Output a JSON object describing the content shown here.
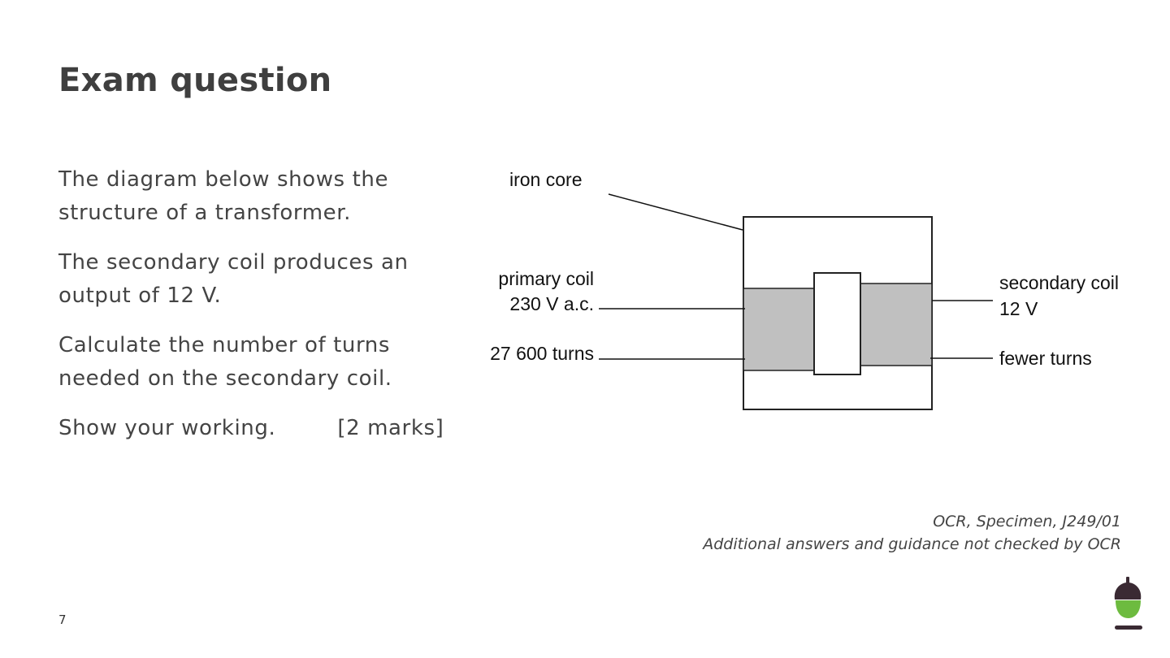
{
  "slide": {
    "title": "Exam question",
    "page_number": "7"
  },
  "question": {
    "paragraph_1": "The diagram below shows the structure of a transformer.",
    "paragraph_2": "The secondary coil produces an output of 12 V.",
    "paragraph_3": "Calculate the number of turns needed on the secondary coil.",
    "paragraph_4_text": "Show your working.",
    "paragraph_4_marks": "[2 marks]"
  },
  "diagram": {
    "labels": {
      "iron_core": "iron core",
      "primary_coil": "primary coil",
      "primary_voltage": "230 V a.c.",
      "primary_turns": "27 600 turns",
      "secondary_coil": "secondary coil",
      "secondary_voltage": "12 V",
      "secondary_turns": "fewer turns"
    },
    "colors": {
      "coil_fill": "#c0c0c0",
      "core_outline": "#222222"
    }
  },
  "source": {
    "line_1": "OCR, Specimen, J249/01",
    "line_2": "Additional answers and guidance not checked by OCR"
  },
  "logo": {
    "icon": "acorn-icon",
    "colors": {
      "cap": "#3a2a33",
      "body": "#6dbb3f"
    }
  }
}
